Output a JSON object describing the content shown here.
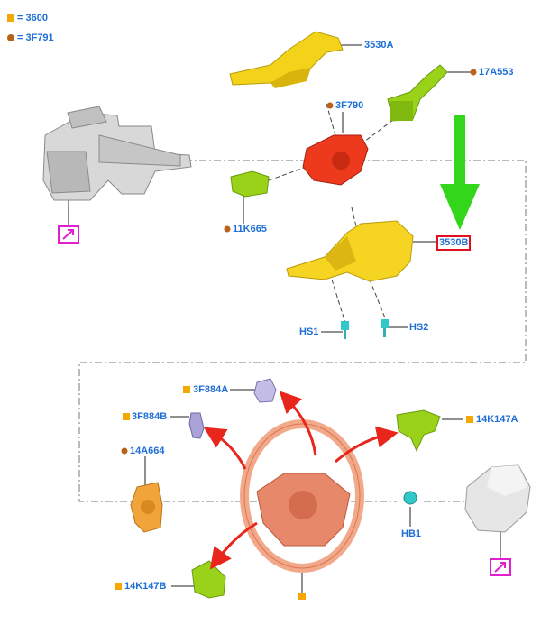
{
  "legend": {
    "square": "= 3600",
    "circle": "= 3F791"
  },
  "colors": {
    "label": "#1f6fd6",
    "legend_square": "#f5a800",
    "legend_circle": "#b8621a",
    "highlight_box": "#e01020",
    "link_icon": "#e020d0",
    "pointer_arrow": "#33d61a",
    "motion_arrows": "#e8261c"
  },
  "labels": {
    "p3530A": "3530A",
    "p17A553": "17A553",
    "p3F790": "3F790",
    "p11K665": "11K665",
    "p3530B": "3530B",
    "hs1": "HS1",
    "hs2": "HS2",
    "p3F884A": "3F884A",
    "p3F884B": "3F884B",
    "p14K147A": "14K147A",
    "p14A664": "14A664",
    "hb1": "HB1",
    "p14K147B": "14K147B"
  },
  "markers": {
    "p3530A": "none",
    "p17A553": "circle",
    "p3F790": "circle",
    "p11K665": "circle",
    "p3530B": "none",
    "p3F884A": "square",
    "p3F884B": "square",
    "p14K147A": "square",
    "p14A664": "circle",
    "p14K147B": "square",
    "steering_wheel": "square"
  },
  "icons": {
    "link_icon_column": "external-link-icon",
    "link_icon_airbag": "external-link-icon",
    "highlight_pointer": "green-arrow-down-icon"
  }
}
